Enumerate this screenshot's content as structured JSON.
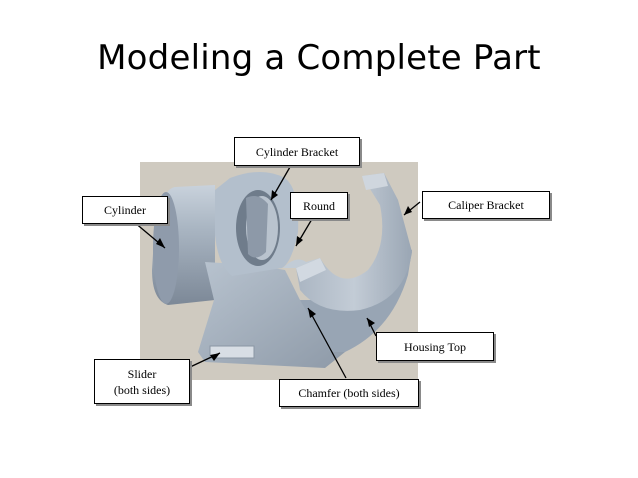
{
  "slide": {
    "title": "Modeling a Complete Part"
  },
  "callouts": {
    "cylinder_bracket": "Cylinder Bracket",
    "cylinder": "Cylinder",
    "round": "Round",
    "caliper_bracket": "Caliper Bracket",
    "housing_top": "Housing Top",
    "slider_line1": "Slider",
    "slider_line2": "(both sides)",
    "chamfer": "Chamfer (both sides)"
  },
  "colors": {
    "background_panel": "#cfcac0",
    "part_face": "#a9b6c4",
    "part_shadow": "#7d8a98",
    "part_highlight": "#c9d3dd",
    "callout_border": "#000000"
  }
}
